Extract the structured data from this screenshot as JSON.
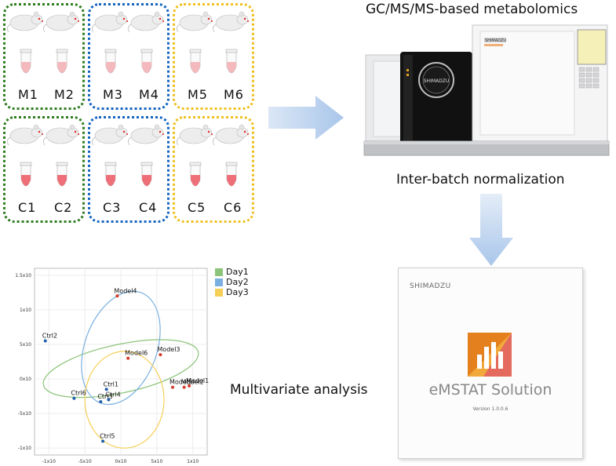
{
  "groups": [
    {
      "color": "#2e7d1f",
      "labels": [
        "M1",
        "M2"
      ]
    },
    {
      "color": "#1565c0",
      "labels": [
        "M3",
        "M4"
      ]
    },
    {
      "color": "#f0c020",
      "labels": [
        "M5",
        "M6"
      ]
    },
    {
      "color": "#2e7d1f",
      "labels": [
        "C1",
        "C2"
      ]
    },
    {
      "color": "#1565c0",
      "labels": [
        "C3",
        "C4"
      ]
    },
    {
      "color": "#f0c020",
      "labels": [
        "C5",
        "C6"
      ]
    }
  ],
  "instrument_title": "GC/MS/MS-based metabolomics",
  "instrument_brand": "SHIMADZU",
  "normalization_label": "Inter-batch normalization",
  "multivariate_label": "Multivariate analysis",
  "software": {
    "brand": "SHIMADZU",
    "name": "eMSTAT Solution",
    "version": "Version 1.0.0.6"
  },
  "chart_data": {
    "type": "scatter",
    "legend": [
      {
        "name": "Day1",
        "color": "#8cc47a"
      },
      {
        "name": "Day2",
        "color": "#7ab0e0"
      },
      {
        "name": "Day3",
        "color": "#f5cf56"
      }
    ],
    "legend_position": "right",
    "xticks": [
      "-1x10",
      "-5x10",
      "0x10",
      "5x10",
      "1x10"
    ],
    "yticks": [
      "1.5x10",
      "1x10",
      "5x10",
      "0x10",
      "-5x10",
      "-1x10"
    ],
    "xlim": [
      -1.2,
      1.2
    ],
    "ylim": [
      -1.1,
      1.6
    ],
    "points": [
      {
        "label": "Model4",
        "x": -0.05,
        "y": 1.2,
        "color": "#d43b2a"
      },
      {
        "label": "Ctrl2",
        "x": -1.05,
        "y": 0.55,
        "color": "#1f5fa8"
      },
      {
        "label": "Model3",
        "x": 0.55,
        "y": 0.35,
        "color": "#d43b2a"
      },
      {
        "label": "Model6",
        "x": 0.1,
        "y": 0.3,
        "color": "#d43b2a"
      },
      {
        "label": "Model1",
        "x": 0.95,
        "y": -0.1,
        "color": "#d43b2a"
      },
      {
        "label": "Model5",
        "x": 0.72,
        "y": -0.12,
        "color": "#d43b2a"
      },
      {
        "label": "Model2",
        "x": 0.88,
        "y": -0.12,
        "color": "#d43b2a"
      },
      {
        "label": "Ctrl1",
        "x": -0.2,
        "y": -0.15,
        "color": "#1f5fa8"
      },
      {
        "label": "Ctrl6",
        "x": -0.65,
        "y": -0.28,
        "color": "#1f5fa8"
      },
      {
        "label": "Ctrl3",
        "x": -0.28,
        "y": -0.33,
        "color": "#1f5fa8"
      },
      {
        "label": "Ctrl4",
        "x": -0.17,
        "y": -0.3,
        "color": "#1f5fa8"
      },
      {
        "label": "Ctrl5",
        "x": -0.25,
        "y": -0.9,
        "color": "#1f5fa8"
      }
    ],
    "ellipses": [
      {
        "series": "Day1",
        "color": "#8cc47a",
        "cx": 0.0,
        "cy": 0.15,
        "rx": 1.1,
        "ry": 0.35,
        "rotate": -12
      },
      {
        "series": "Day2",
        "color": "#7ab0e0",
        "cx": 0.0,
        "cy": 0.45,
        "rx": 0.5,
        "ry": 0.85,
        "rotate": 20
      },
      {
        "series": "Day3",
        "color": "#f5cf56",
        "cx": 0.05,
        "cy": -0.3,
        "rx": 0.55,
        "ry": 0.7,
        "rotate": 0
      }
    ],
    "grid": true
  }
}
